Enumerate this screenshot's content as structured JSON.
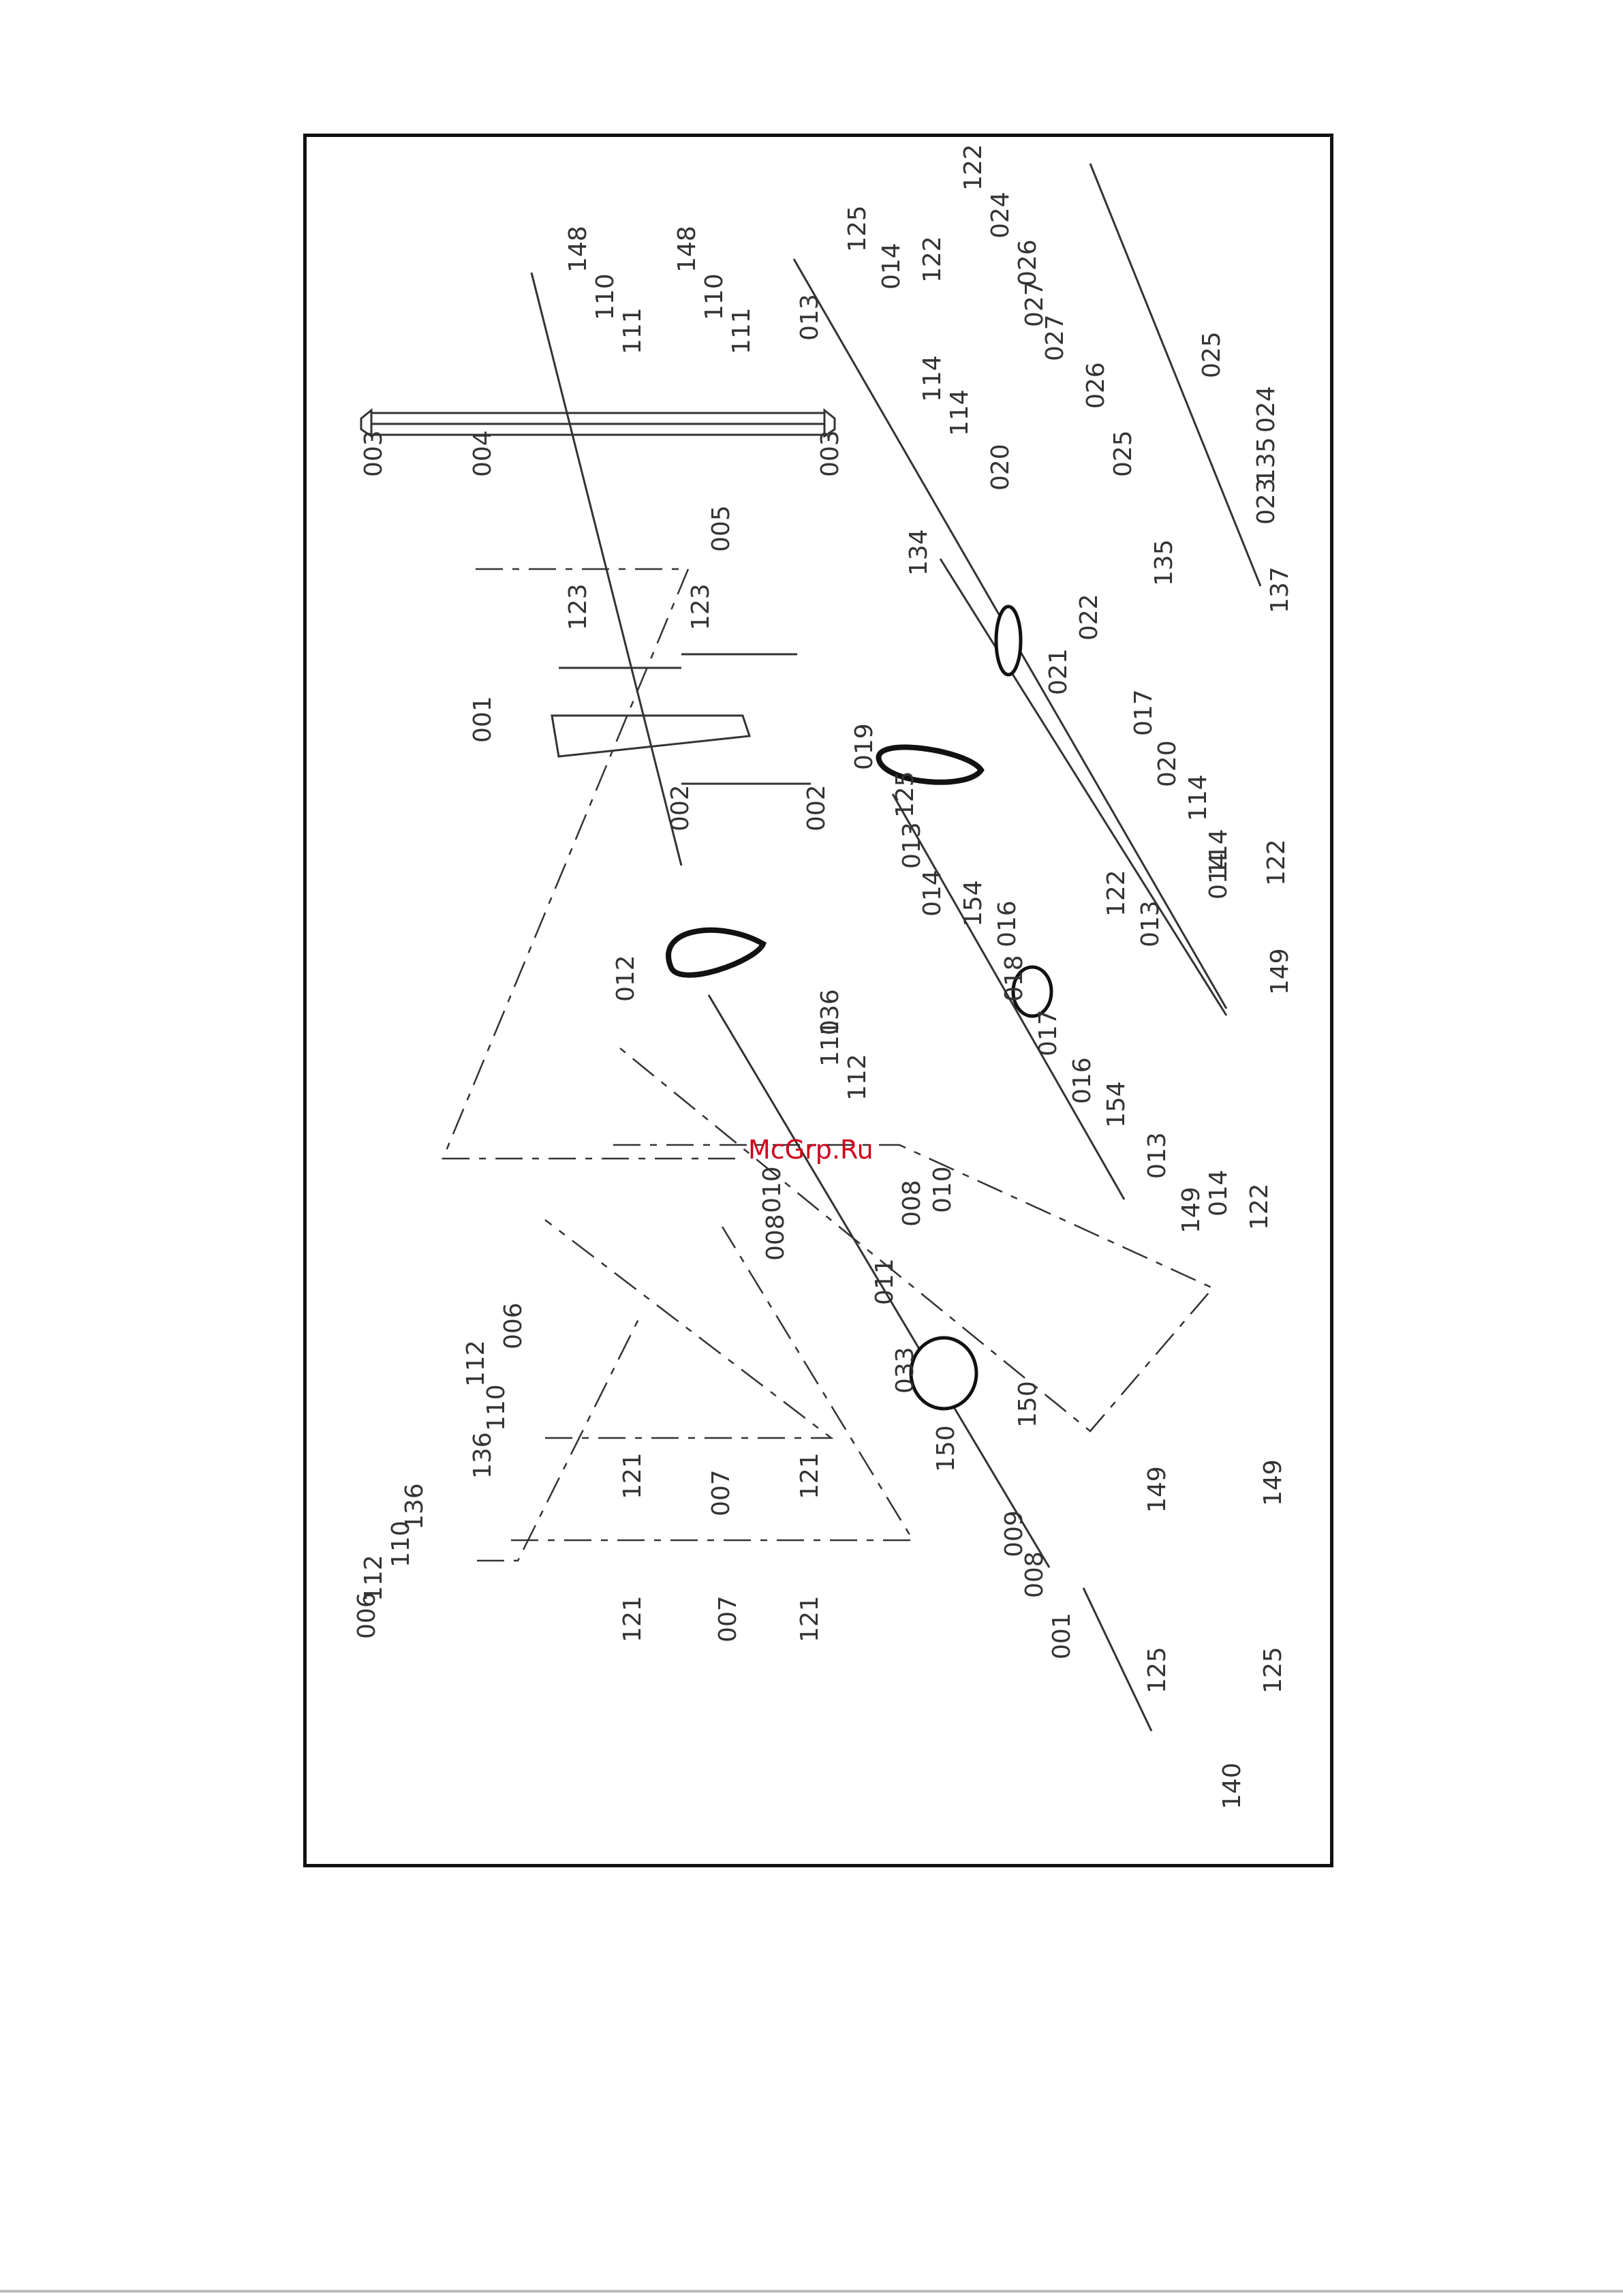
{
  "watermark": "McGrp.Ru",
  "colors": {
    "line": "#333333",
    "watermark": "#d0021b",
    "frame": "#111111"
  },
  "labels": [
    "003",
    "004",
    "003",
    "005",
    "148",
    "110",
    "111",
    "148",
    "110",
    "111",
    "001",
    "123",
    "123",
    "002",
    "002",
    "125",
    "013",
    "014",
    "122",
    "114",
    "114",
    "020",
    "134",
    "022",
    "021",
    "017",
    "020",
    "114",
    "114",
    "014",
    "122",
    "013",
    "149",
    "122",
    "024",
    "026",
    "027",
    "027",
    "026",
    "025",
    "024",
    "025",
    "135",
    "023",
    "135",
    "137",
    "019",
    "125",
    "013",
    "014",
    "122",
    "154",
    "016",
    "018",
    "017",
    "016",
    "154",
    "013",
    "149",
    "014",
    "122",
    "012",
    "136",
    "110",
    "112",
    "008",
    "010",
    "010",
    "008",
    "011",
    "033",
    "150",
    "150",
    "009",
    "008",
    "001",
    "125",
    "125",
    "140",
    "149",
    "149",
    "006",
    "112",
    "110",
    "136",
    "121",
    "007",
    "121",
    "121",
    "007",
    "121",
    "006",
    "112",
    "110",
    "136"
  ]
}
